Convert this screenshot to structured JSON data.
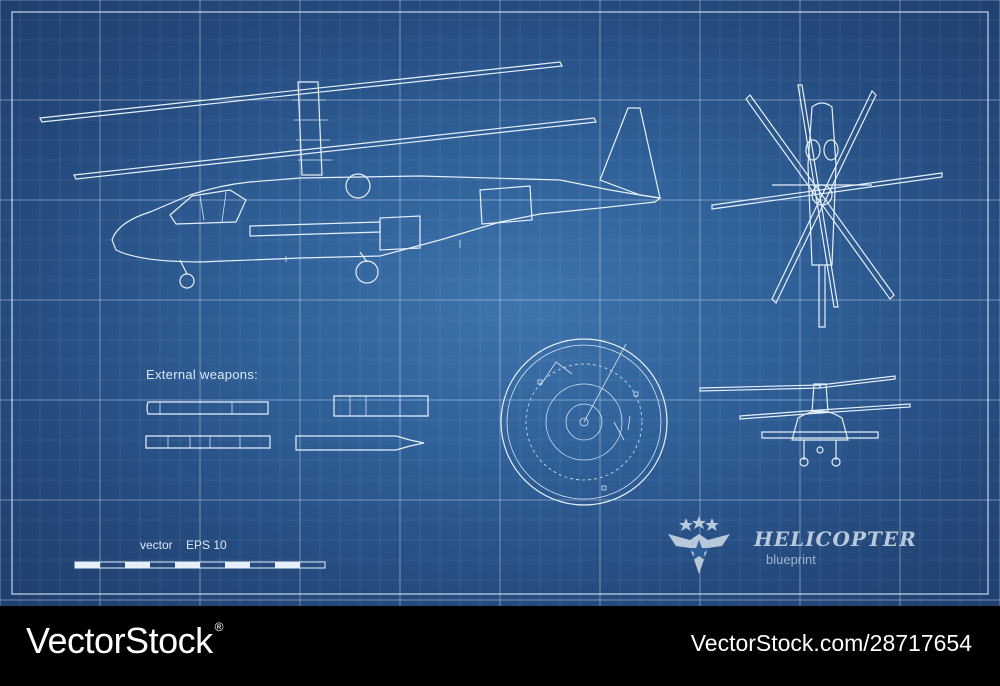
{
  "labels": {
    "external_weapons": "External weapons:",
    "vector": "vector",
    "eps": "EPS 10",
    "title": "HELICOPTER",
    "subtitle": "blueprint"
  },
  "footer": {
    "brand": "VectorStock",
    "brand_mark": "®",
    "stock_id": "VectorStock.com/28717654"
  },
  "colors": {
    "blueprint_bg": "#2f5f97",
    "line": "#e6f0fb",
    "footer_bg": "#000000"
  },
  "icons": [
    "helicopter-side-view",
    "helicopter-top-view",
    "helicopter-front-view",
    "radar-scope",
    "winged-star-emblem"
  ]
}
